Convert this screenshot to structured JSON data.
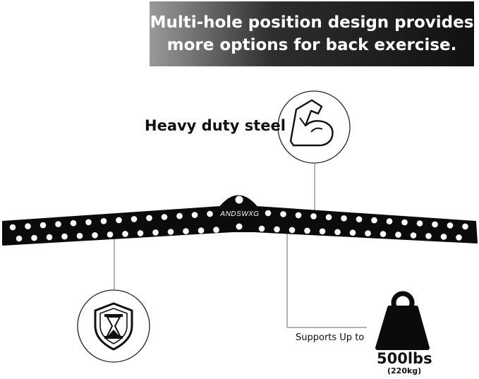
{
  "banner": {
    "line1": "Multi-hole position design provides",
    "line2": "more options for back exercise."
  },
  "features": {
    "steel": "Heavy duty steel",
    "supports": "Supports Up to",
    "weight": "500lbs",
    "weight_kg": "(220kg)"
  },
  "product": {
    "brand": "ANDSWXG"
  },
  "icons": {
    "top_circle": "flexed-arm-icon",
    "bottom_circle": "hourglass-shield-icon",
    "weight": "kettlebell-weight-icon"
  },
  "colors": {
    "bar": "#0b0b0b",
    "banner_dark": "#111111",
    "banner_light": "#9a9a9a"
  }
}
